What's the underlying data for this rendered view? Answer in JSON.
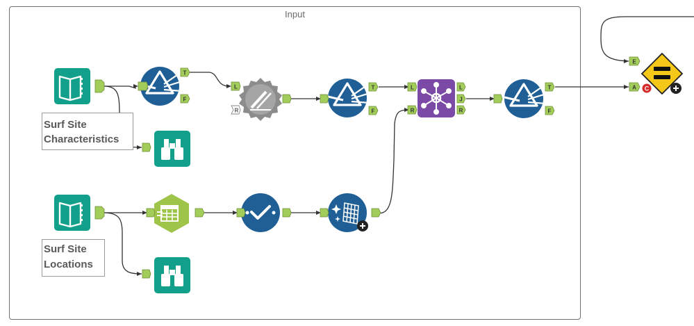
{
  "container": {
    "title": "Input"
  },
  "comments": {
    "surf_site_characteristics": [
      "Surf Site",
      "Characteristics"
    ],
    "surf_site_locations": [
      "Surf Site",
      "Locations"
    ]
  },
  "anchors": {
    "true": "T",
    "false": "F",
    "left": "L",
    "right": "R",
    "join": "J",
    "expression": "E",
    "actual": "A",
    "compare": "C"
  },
  "colors": {
    "input_teal": "#12a08a",
    "filter_blue": "#1f5f96",
    "join_purple": "#7a4aa6",
    "formula_green": "#9ec44a",
    "test_yellow": "#f4c718",
    "anchor_green": "#a3cd5a",
    "connector": "#333333"
  },
  "tools": [
    "input-data-characteristics",
    "filter-1",
    "browse-characteristics",
    "input-data-locations",
    "select-records",
    "data-cleansing",
    "browse-locations",
    "find-replace",
    "filter-2",
    "generate-rows",
    "join",
    "filter-3",
    "test-tool"
  ]
}
